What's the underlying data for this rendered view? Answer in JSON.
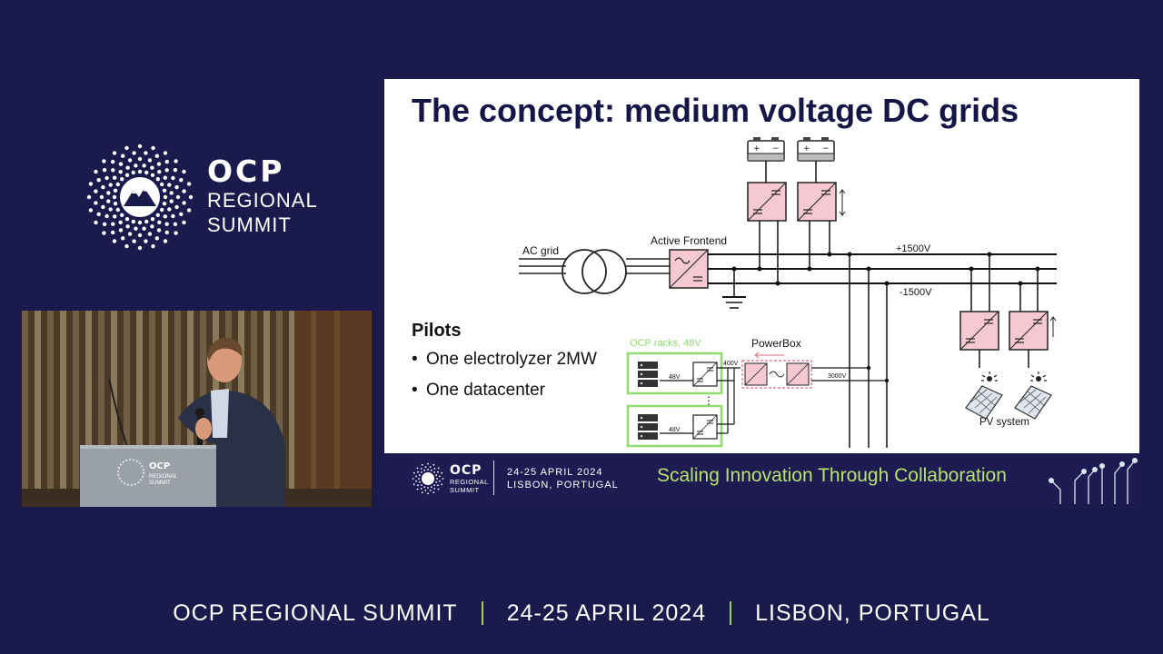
{
  "brand": {
    "ocp": "OCP",
    "line1": "REGIONAL",
    "line2": "SUMMIT"
  },
  "video": {
    "podium_ocp": "OCP",
    "podium_line1": "REGIONAL",
    "podium_line2": "SUMMIT"
  },
  "slide": {
    "title": "The concept: medium voltage DC grids",
    "pilots": {
      "heading": "Pilots",
      "items": [
        "One electrolyzer 2MW",
        "One datacenter"
      ]
    },
    "diagram": {
      "ac_grid": "AC grid",
      "active_frontend": "Active Frontend",
      "pos_bus": "+1500V",
      "neg_bus": "-1500V",
      "ocp_racks": "OCP racks, 48V",
      "rack_voltage": "48V",
      "powerbox": "PowerBox",
      "v400": "400V",
      "v3000": "3000V",
      "pv_system": "PV system",
      "dots": "⋮"
    },
    "footer": {
      "ocp": "OCP",
      "regional": "REGIONAL",
      "summit": "SUMMIT",
      "date": "24-25 APRIL 2024",
      "location": "LISBON, PORTUGAL",
      "tagline": "Scaling Innovation Through Collaboration"
    }
  },
  "bottom": {
    "part1": "OCP REGIONAL SUMMIT",
    "part2": "24-25 APRIL 2024",
    "part3": "LISBON, PORTUGAL"
  },
  "colors": {
    "background": "#1b1a4c",
    "accent_green": "#9fd24a",
    "converter_pink": "#f6c8d2",
    "rack_green": "#8fdc6e"
  }
}
